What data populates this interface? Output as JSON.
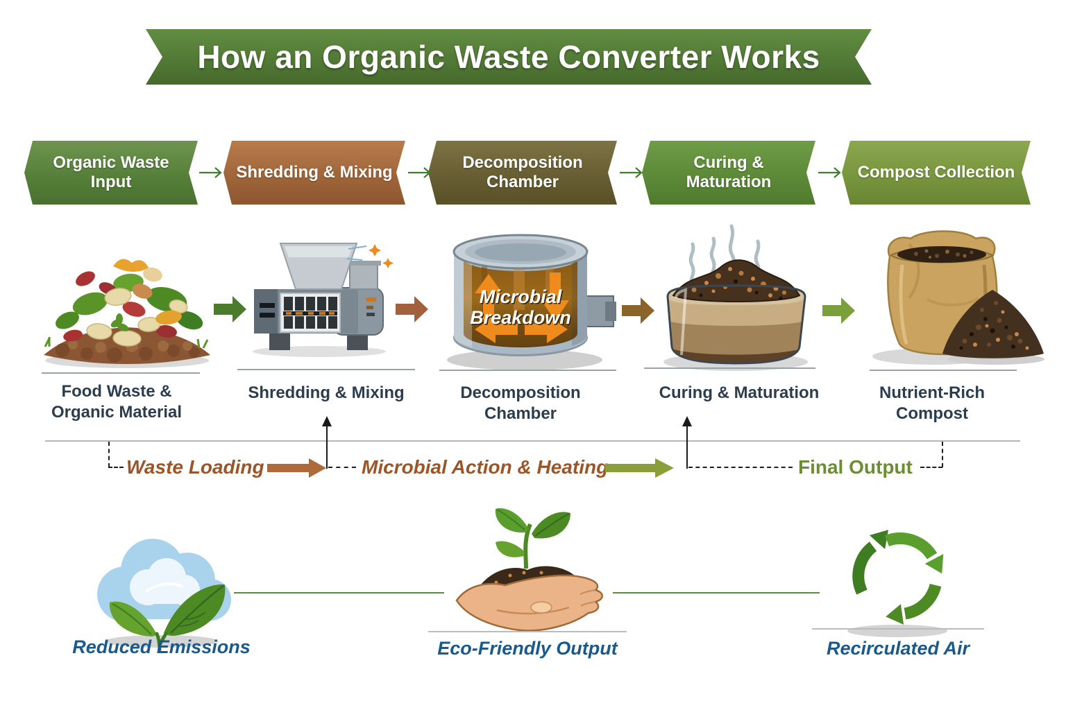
{
  "title": {
    "text": "How an Organic Waste Converter Works",
    "banner_color": "#527a36"
  },
  "steps": [
    {
      "banner_label": "Organic Waste Input",
      "banner_color": "#56803a",
      "caption": "Food Waste & Organic Material",
      "illustration": "food-waste-pile-icon"
    },
    {
      "banner_label": "Shredding & Mixing",
      "banner_color": "#a0663a",
      "caption": "Shredding & Mixing",
      "illustration": "shredder-machine-icon"
    },
    {
      "banner_label": "Decomposition Chamber",
      "banner_color": "#685e33",
      "caption": "Decomposition Chamber",
      "illustration": "decomposition-chamber-icon",
      "chamber_line1": "Microbial",
      "chamber_line2": "Breakdown"
    },
    {
      "banner_label": "Curing & Maturation",
      "banner_color": "#5d8a38",
      "caption": "Curing & Maturation",
      "illustration": "curing-tub-steam-icon"
    },
    {
      "banner_label": "Compost Collection",
      "banner_color": "#78963e",
      "caption": "Nutrient-Rich Compost",
      "illustration": "compost-bag-and-pile-icon"
    }
  ],
  "flow": {
    "waste_loading": "Waste Loading",
    "microbial_action": "Microbial Action & Heating",
    "final_output": "Final Output",
    "brown_text_color": "#9c5526",
    "green_text_color": "#6b8e33"
  },
  "benefits": [
    {
      "label": "Reduced Emissions",
      "icon": "cloud-with-leaves-icon"
    },
    {
      "label": "Eco-Friendly Output",
      "icon": "hand-holding-soil-sprout-icon"
    },
    {
      "label": "Recirculated Air",
      "icon": "recycling-symbol-icon"
    }
  ],
  "colors": {
    "caption_text": "#2b3d4f",
    "benefit_text": "#19598c",
    "chamber_arrows": "#ef8b1c",
    "step_connector_arrow": "#3f7d2e"
  }
}
